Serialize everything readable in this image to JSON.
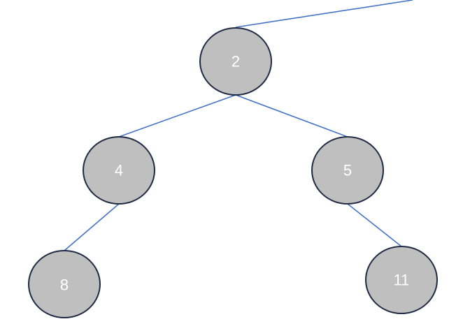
{
  "diagram": {
    "type": "binary-tree",
    "colors": {
      "edge": "#4472C4",
      "node_fill": "#BFBFBF",
      "node_stroke": "#1F2A44",
      "label": "#FFFFFF"
    },
    "nodes": [
      {
        "id": "n2",
        "label": "2"
      },
      {
        "id": "n4",
        "label": "4"
      },
      {
        "id": "n5",
        "label": "5"
      },
      {
        "id": "n8",
        "label": "8"
      },
      {
        "id": "n11",
        "label": "11"
      }
    ],
    "edges": [
      {
        "from": "parent-offscreen",
        "to": "n2"
      },
      {
        "from": "n2",
        "to": "n4"
      },
      {
        "from": "n2",
        "to": "n5"
      },
      {
        "from": "n4",
        "to": "n8"
      },
      {
        "from": "n5",
        "to": "n11"
      }
    ]
  }
}
